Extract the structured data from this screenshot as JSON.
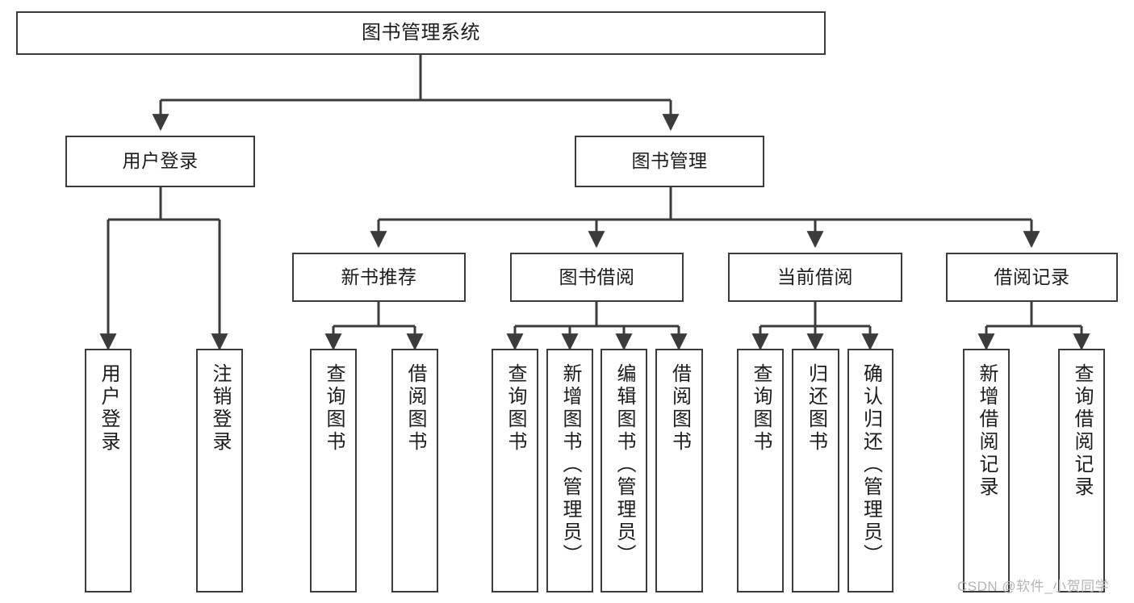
{
  "diagram": {
    "title": "图书管理系统",
    "watermark": "CSDN @软件_小贺同学",
    "line_color": "#3b3b3b",
    "box_fill": "#ffffff",
    "text_color": "#1c1c1c",
    "root": {
      "label": "图书管理系统"
    },
    "level2": [
      {
        "id": "user-login",
        "label": "用户登录"
      },
      {
        "id": "book-management",
        "label": "图书管理"
      }
    ],
    "level3": [
      {
        "id": "new-book-recommend",
        "label": "新书推荐"
      },
      {
        "id": "book-borrow",
        "label": "图书借阅"
      },
      {
        "id": "current-borrow",
        "label": "当前借阅"
      },
      {
        "id": "borrow-record",
        "label": "借阅记录"
      }
    ],
    "leaves": {
      "user_login": [
        {
          "id": "leaf-user-login",
          "label": "用户登录"
        },
        {
          "id": "leaf-logout-login",
          "label": "注销登录"
        }
      ],
      "new_book_recommend": [
        {
          "id": "leaf-query-book-1",
          "label": "查询图书"
        },
        {
          "id": "leaf-borrow-book-1",
          "label": "借阅图书"
        }
      ],
      "book_borrow": [
        {
          "id": "leaf-query-book-2",
          "label": "查询图书"
        },
        {
          "id": "leaf-add-book",
          "label": "新增图书（管理员）"
        },
        {
          "id": "leaf-edit-book",
          "label": "编辑图书（管理员）"
        },
        {
          "id": "leaf-borrow-book-2",
          "label": "借阅图书"
        }
      ],
      "current_borrow": [
        {
          "id": "leaf-query-book-3",
          "label": "查询图书"
        },
        {
          "id": "leaf-return-book",
          "label": "归还图书"
        },
        {
          "id": "leaf-confirm-return",
          "label": "确认归还（管理员）"
        }
      ],
      "borrow_record": [
        {
          "id": "leaf-add-record",
          "label": "新增借阅记录"
        },
        {
          "id": "leaf-query-record",
          "label": "查询借阅记录"
        }
      ]
    }
  }
}
